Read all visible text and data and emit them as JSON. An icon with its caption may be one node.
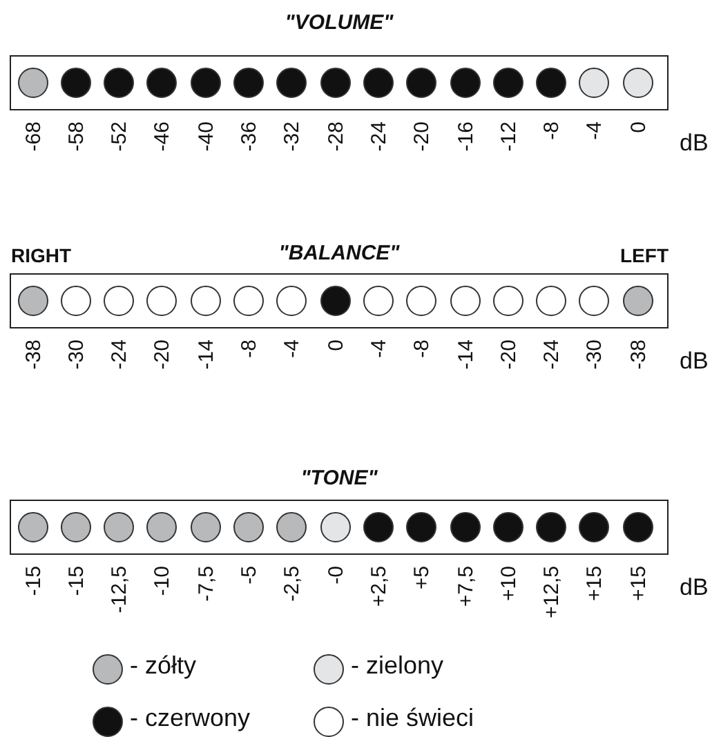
{
  "diagram": {
    "nodes": [
      {
        "text": [
          "\"VOLUME\""
        ]
      },
      {
        "text": [],
        "shape": "circle",
        "in": 0
      },
      {
        "text": [],
        "shape": "circle",
        "in": 0
      },
      {
        "text": [],
        "shape": "circle",
        "in": 0
      },
      {
        "text": [],
        "shape": "circle",
        "in": 0
      },
      {
        "text": [],
        "shape": "circle",
        "in": 0
      },
      {
        "text": [],
        "shape": "circle",
        "in": 0
      },
      {
        "text": [],
        "shape": "circle",
        "in": 0
      },
      {
        "text": [],
        "shape": "circle",
        "in": 0
      },
      {
        "text": [],
        "shape": "circle",
        "in": 0
      },
      {
        "text": [],
        "shape": "circle",
        "in": 0
      },
      {
        "text": [],
        "shape": "circle",
        "in": 0
      },
      {
        "text": [],
        "shape": "circle",
        "in": 0
      },
      {
        "text": [],
        "shape": "circle",
        "in": 0
      },
      {
        "text": [],
        "shape": "circle",
        "in": 0
      },
      {
        "text": [],
        "shape": "circle",
        "in": 0
      },
      {
        "text": [
          "\"BALANCE\""
        ]
      },
      {
        "text": [],
        "shape": "circle",
        "in": 16
      },
      {
        "text": [],
        "shape": "circle",
        "in": 16
      },
      {
        "text": [],
        "shape": "circle",
        "in": 16
      },
      {
        "text": [],
        "shape": "circle",
        "in": 16
      },
      {
        "text": [],
        "shape": "circle",
        "in": 16
      },
      {
        "text": [],
        "shape": "circle",
        "in": 16
      },
      {
        "text": [],
        "shape": "circle",
        "in": 16
      },
      {
        "text": [],
        "shape": "circle",
        "in": 16
      },
      {
        "text": [],
        "shape": "circle",
        "in": 16
      },
      {
        "text": [],
        "shape": "circle",
        "in": 16
      },
      {
        "text": [],
        "shape": "circle",
        "in": 16
      },
      {
        "text": [],
        "shape": "circle",
        "in": 16
      },
      {
        "text": [],
        "shape": "circle",
        "in": 16
      },
      {
        "text": [],
        "shape": "circle",
        "in": 16
      },
      {
        "text": [],
        "shape": "circle",
        "in": 16
      },
      {
        "text": [
          "\"TONE\""
        ]
      },
      {
        "text": [],
        "shape": "circle",
        "in": 32
      },
      {
        "text": [],
        "shape": "circle",
        "in": 32
      },
      {
        "text": [],
        "shape": "circle",
        "in": 32
      },
      {
        "text": [],
        "shape": "circle",
        "in": 32
      },
      {
        "text": [],
        "shape": "circle",
        "in": 32
      },
      {
        "text": [],
        "shape": "circle",
        "in": 32
      },
      {
        "text": [],
        "shape": "circle",
        "in": 32
      },
      {
        "text": [],
        "shape": "circle",
        "in": 32
      },
      {
        "text": [],
        "shape": "circle",
        "in": 32
      },
      {
        "text": [],
        "shape": "circle",
        "in": 32
      },
      {
        "text": [],
        "shape": "circle",
        "in": 32
      },
      {
        "text": [],
        "shape": "circle",
        "in": 32
      },
      {
        "text": [],
        "shape": "circle",
        "in": 32
      },
      {
        "text": [],
        "shape": "circle",
        "in": 32
      },
      {
        "text": [],
        "shape": "circle",
        "in": 32
      }
    ],
    "labels": [
      "-68",
      "-58",
      "-52",
      "-46",
      "-40",
      "-36",
      "-32",
      "-28",
      "-24",
      "-20",
      "-16",
      "-12",
      "-8",
      "-4",
      "0",
      "dB",
      "RIGHT",
      "LEFT",
      "-38",
      "-30",
      "-24",
      "-20",
      "-14",
      "-8",
      "-4",
      "0",
      "-4",
      "-8",
      "-14",
      "-20",
      "-24",
      "-30",
      "-38",
      "dB",
      "-15",
      "-15",
      "-12,5",
      "-10",
      "-7,5",
      "-5",
      "-2,5",
      "-0",
      "+2,5",
      "+5",
      "+7,5",
      "+10",
      "+12,5",
      "+15",
      "+15",
      "dB"
    ],
    "legend": [
      {
        "text": "- zółty",
        "color": "#b8b9bb"
      },
      {
        "text": "- zielony",
        "color": "#e4e5e6"
      },
      {
        "text": "- czerwony",
        "color": "#111111"
      },
      {
        "text": "- nie świeci",
        "color": "#ffffff"
      }
    ]
  }
}
